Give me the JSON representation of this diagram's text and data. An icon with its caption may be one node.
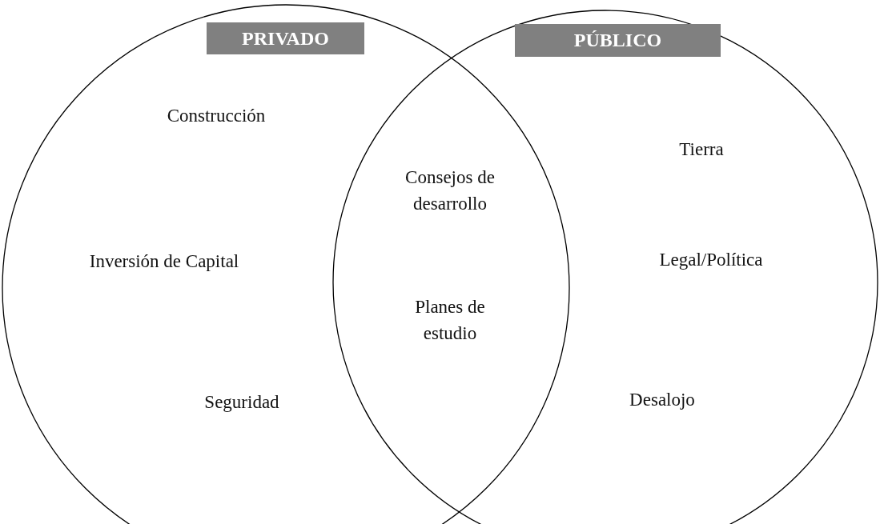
{
  "diagram": {
    "nodes": [
      {
        "text": [],
        "shape": "circle"
      },
      {
        "text": [],
        "shape": "circle"
      },
      {
        "text": [
          "PRIVADO"
        ],
        "in": 0
      },
      {
        "text": [
          "PÚBLICO"
        ],
        "in": 1
      }
    ],
    "labels": [
      "Construcción",
      "Tierra",
      "Consejos de desarrollo",
      "Inversión de Capital",
      "Legal/Política",
      "Planes de estudio",
      "Seguridad",
      "Desalojo"
    ]
  }
}
